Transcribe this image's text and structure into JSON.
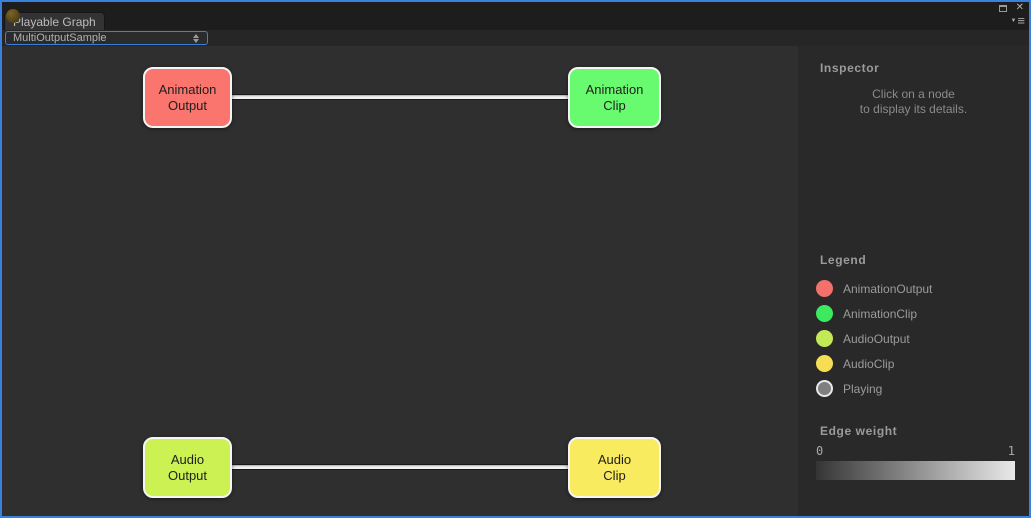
{
  "window": {
    "tab_title": "Playable Graph",
    "border_color": "#3a80dd",
    "controls": {
      "close_glyph": "✕",
      "pane_menu_triangle": "▼",
      "pane_menu_lines": "≡"
    }
  },
  "toolbar": {
    "graph_selector_value": "MultiOutputSample"
  },
  "graph": {
    "nodes": [
      {
        "id": "animation-output",
        "label_line1": "Animation",
        "label_line2": "Output",
        "color": "#f9756d"
      },
      {
        "id": "animation-clip",
        "label_line1": "Animation",
        "label_line2": "Clip",
        "color": "#68fb6f"
      },
      {
        "id": "audio-output",
        "label_line1": "Audio",
        "label_line2": "Output",
        "color": "#cbf153"
      },
      {
        "id": "audio-clip",
        "label_line1": "Audio",
        "label_line2": "Clip",
        "color": "#f9eb5f"
      }
    ],
    "edges": [
      {
        "from": "animation-output",
        "to": "animation-clip"
      },
      {
        "from": "audio-output",
        "to": "audio-clip"
      }
    ]
  },
  "inspector": {
    "title": "Inspector",
    "hint_line1": "Click on a node",
    "hint_line2": "to display its details.",
    "legend": {
      "title": "Legend",
      "items": [
        {
          "label": "AnimationOutput",
          "color": "#f4706b"
        },
        {
          "label": "AnimationClip",
          "color": "#3ce95f"
        },
        {
          "label": "AudioOutput",
          "color": "#c3e957"
        },
        {
          "label": "AudioClip",
          "color": "#f6de54"
        },
        {
          "label": "Playing",
          "color": "#7f7f7f"
        }
      ]
    },
    "edge_weight": {
      "title": "Edge weight",
      "min_label": "0",
      "max_label": "1",
      "gradient_from": "#353535",
      "gradient_to": "#e9e9e9"
    }
  }
}
